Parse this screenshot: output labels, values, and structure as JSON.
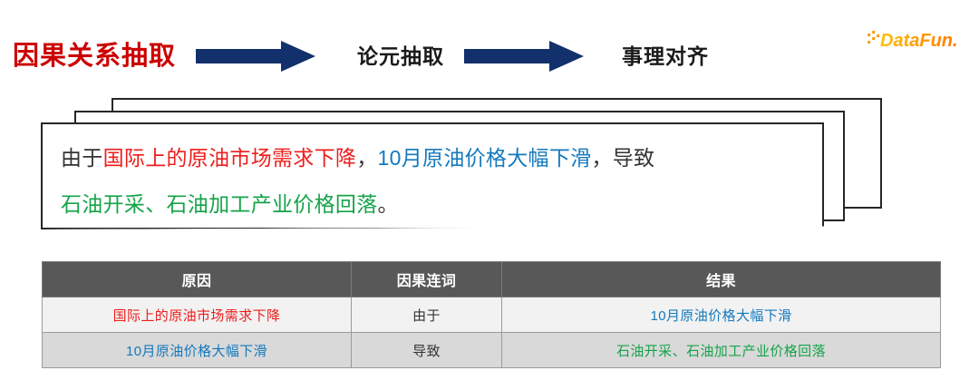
{
  "header": {
    "stages": [
      {
        "label": "因果关系抽取",
        "color": "#cc0000"
      },
      {
        "label": "论元抽取",
        "color": "#1a1a1a"
      },
      {
        "label": "事理对齐",
        "color": "#1a1a1a"
      }
    ],
    "arrow_color": "#12306b",
    "arrow_name": "right-arrow"
  },
  "logo": {
    "text": "DataFun.",
    "color_start": "#ffb400",
    "color_end": "#ff7a00"
  },
  "card": {
    "sentence": {
      "segments": [
        {
          "text": "由于",
          "role": "connective-1",
          "color": "#333333"
        },
        {
          "text": "国际上的原油市场需求下降",
          "role": "cause-1",
          "color": "#ee1d1d"
        },
        {
          "text": "，",
          "role": "punctuation",
          "color": "#333333"
        },
        {
          "text": "10月原油价格大幅下滑",
          "role": "effect-1",
          "color": "#1479bd"
        },
        {
          "text": "，",
          "role": "punctuation",
          "color": "#333333"
        },
        {
          "text": "导致",
          "role": "connective-2",
          "color": "#333333"
        },
        {
          "text": "石油开采、石油加工产业价格回落",
          "role": "effect-2",
          "color": "#16a34a"
        },
        {
          "text": "。",
          "role": "punctuation",
          "color": "#333333"
        }
      ],
      "line1_html_parts": [
        "由于",
        "国际上的原油市场需求下降",
        "，",
        "10月原油价格大幅下滑",
        "，",
        "导致"
      ],
      "line2_html_parts": [
        "石油开采、石油加工产业价格回落",
        "。"
      ]
    },
    "stack_count": 3
  },
  "table": {
    "headers": [
      "原因",
      "因果连词",
      "结果"
    ],
    "rows": [
      {
        "cause": "国际上的原油市场需求下降",
        "cause_color": "#ee1d1d",
        "connective": "由于",
        "connective_color": "#333333",
        "effect": "10月原油价格大幅下滑",
        "effect_color": "#1479bd"
      },
      {
        "cause": "10月原油价格大幅下滑",
        "cause_color": "#1479bd",
        "connective": "导致",
        "connective_color": "#333333",
        "effect": "石油开采、石油加工产业价格回落",
        "effect_color": "#16a34a"
      }
    ],
    "header_bg": "#585858",
    "row_odd_bg": "#f2f2f2",
    "row_even_bg": "#d9d9d9"
  }
}
